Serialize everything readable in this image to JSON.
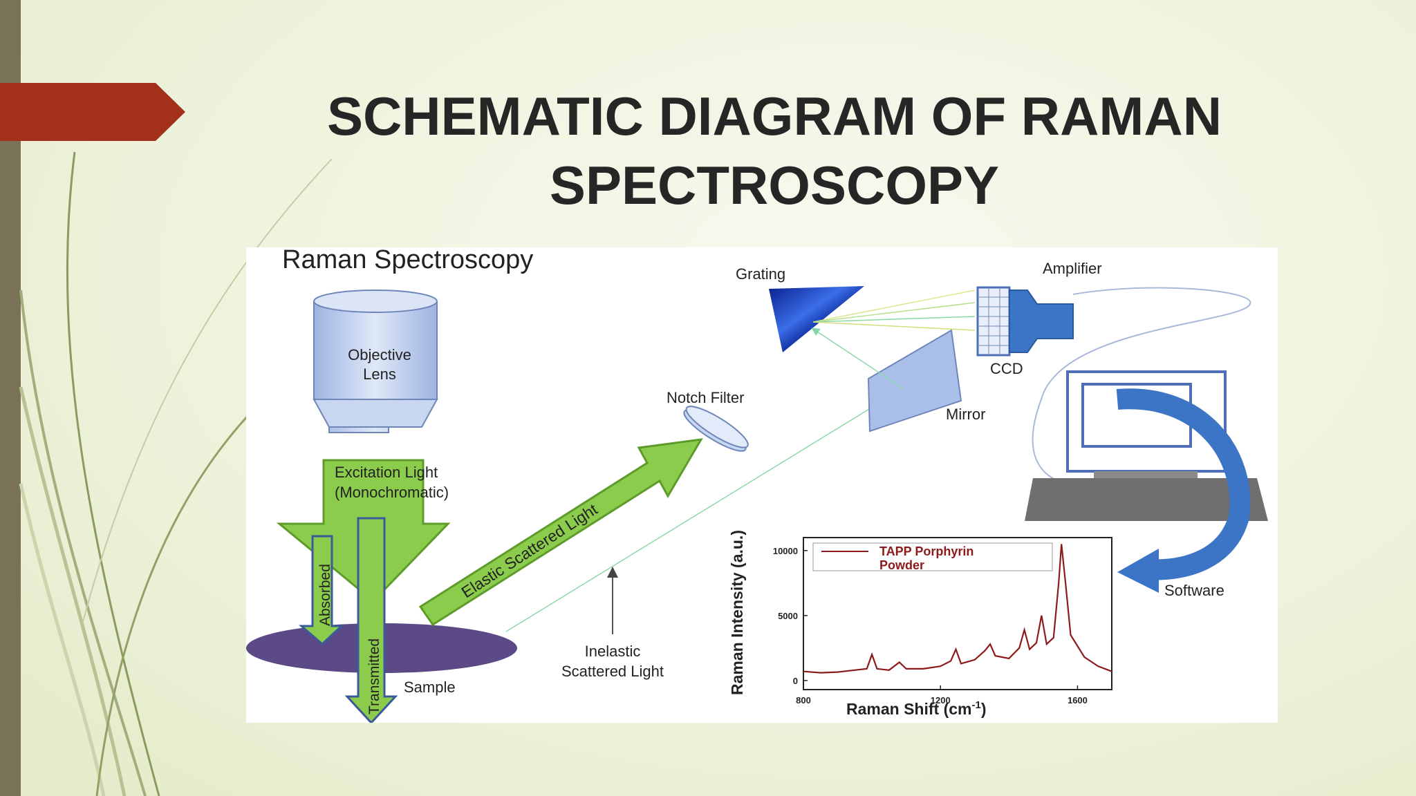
{
  "slide": {
    "title_line1": "SCHEMATIC DIAGRAM OF RAMAN",
    "title_line2": "SPECTROSCOPY",
    "accent_color": "#a3301a",
    "sidebar_color": "#7a7257"
  },
  "diagram": {
    "heading": "Raman Spectroscopy",
    "objective_lens": [
      "Objective",
      "Lens"
    ],
    "excitation": [
      "Excitation Light",
      "(Monochromatic)"
    ],
    "absorbed": "Absorbed",
    "transmitted": "Transmitted",
    "sample": "Sample",
    "elastic": "Elastic Scattered Light",
    "inelastic": [
      "Inelastic",
      "Scattered Light"
    ],
    "notch_filter": "Notch Filter",
    "grating": "Grating",
    "mirror": "Mirror",
    "amplifier": "Amplifier",
    "ccd": "CCD",
    "software": "Software"
  },
  "chart_data": {
    "type": "line",
    "legend": [
      "TAPP Porphyrin",
      "Powder"
    ],
    "ylabel": "Raman Intensity (a.u.)",
    "xlabel_main": "Raman Shift (cm",
    "xlabel_sup": "-1",
    "xlabel_end": ")",
    "x_ticks": [
      "800",
      "1200",
      "1600"
    ],
    "y_ticks": [
      "10000",
      "5000",
      "0"
    ],
    "xlim": [
      800,
      1700
    ],
    "ylim": [
      -700,
      11000
    ],
    "series": [
      {
        "x": [
          800,
          850,
          900,
          950,
          985,
          1000,
          1015,
          1050,
          1080,
          1100,
          1150,
          1200,
          1230,
          1245,
          1260,
          1300,
          1330,
          1345,
          1360,
          1400,
          1430,
          1445,
          1460,
          1480,
          1495,
          1510,
          1530,
          1545,
          1553,
          1565,
          1580,
          1620,
          1660,
          1700
        ],
        "y": [
          700,
          600,
          650,
          800,
          900,
          2000,
          900,
          800,
          1400,
          900,
          900,
          1100,
          1500,
          2400,
          1300,
          1600,
          2300,
          2800,
          1900,
          1700,
          2500,
          3900,
          2400,
          2900,
          5000,
          2800,
          3300,
          7500,
          10500,
          7500,
          3500,
          1800,
          1100,
          700
        ]
      }
    ]
  }
}
